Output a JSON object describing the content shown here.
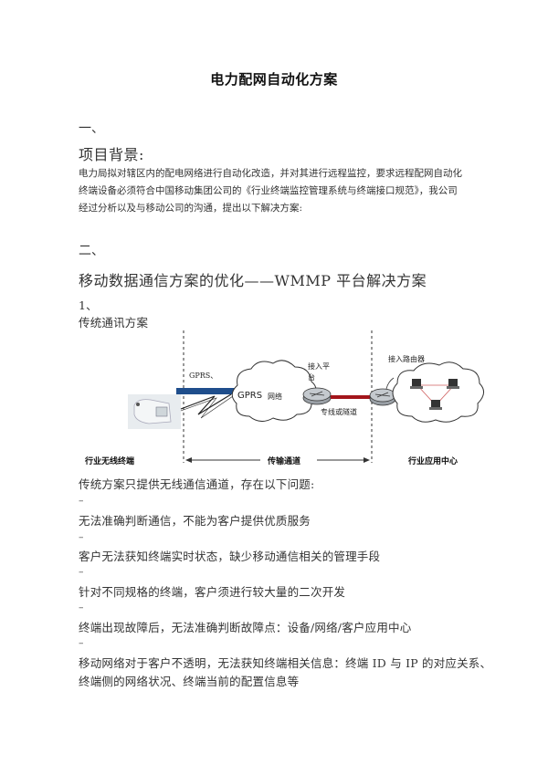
{
  "document": {
    "title": "电力配网自动化方案",
    "section1": {
      "number": "一、",
      "heading": "项目背景:",
      "body_lines": [
        "电力局拟对辖区内的配电网络进行自动化改造，并对其进行远程监控，要求远程配网自动化",
        "终端设备必须符合中国移动集团公司的《行业终端监控管理系统与终端接口规范》，我公司",
        "经过分析以及与移动公司的沟通，提出以下解决方案:"
      ]
    },
    "section2": {
      "number": "二、",
      "heading": "移动数据通信方案的优化——WMMP 平台解决方案",
      "sub_number": "1、",
      "sub_heading": "传统通讯方案"
    },
    "diagram": {
      "gprs_top_label": "GPRS、",
      "cloud_label": "GPRS",
      "cloud_label2": "网络",
      "access_platform": "接入平台",
      "dedicated_tunnel": "专线或隧道",
      "access_router": "接入路由器",
      "bottom_left": "行业无线终端",
      "bottom_middle": "传输通道",
      "bottom_right": "行业应用中心"
    },
    "problems": {
      "intro": "传统方案只提供无线通信通道，存在以下问题:",
      "dash": "–",
      "items": [
        "无法准确判断通信，不能为客户提供优质服务",
        "客户无法获知终端实时状态，缺少移动通信相关的管理手段",
        "针对不同规格的终端，客户须进行较大量的二次开发",
        "终端出现故障后，无法准确判断故障点：设备/网络/客户应用中心",
        "移动网络对于客户不透明，无法获知终端相关信息：终端 ID 与 IP 的对应关系、"
      ],
      "last_line_cont": "终端侧的网络状况、终端当前的配置信息等"
    },
    "colors": {
      "blue_bar": "#1f4e8c",
      "red_line": "#a3151b",
      "text": "#333333"
    }
  }
}
